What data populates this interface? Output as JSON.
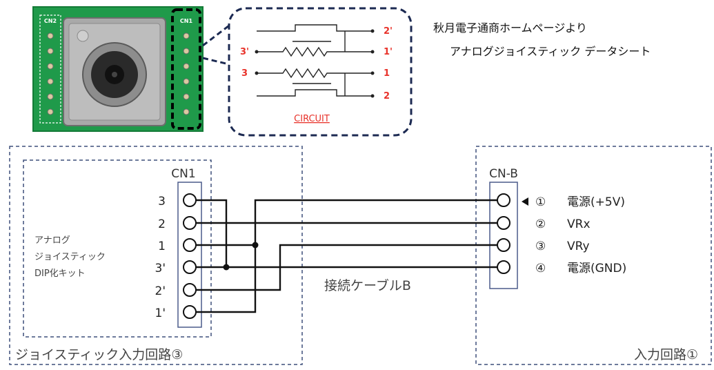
{
  "source_note": {
    "line1": "秋月電子通商ホームページより",
    "line2": "アナログジョイスティック データシート"
  },
  "pcb_photo": {
    "cn2_label": "CN2",
    "cn1_label": "CN1"
  },
  "circuit_callout": {
    "caption": "CIRCUIT",
    "pins": [
      "2'",
      "1'",
      "3'",
      "3",
      "1",
      "2"
    ],
    "label_color": "#e8322a"
  },
  "joystick_module": {
    "connector_label": "CN1",
    "pins": [
      "3",
      "2",
      "1",
      "3'",
      "2'",
      "1'"
    ],
    "kit_label": [
      "アナログ",
      "ジョイスティック",
      "DIP化キット"
    ],
    "box_label": "ジョイスティック入力回路③"
  },
  "cable": {
    "label": "接続ケーブルB"
  },
  "input_circuit": {
    "connector_label": "CN-B",
    "pins": [
      {
        "num": "①",
        "name": "電源(+5V)"
      },
      {
        "num": "②",
        "name": "VRx"
      },
      {
        "num": "③",
        "name": "VRy"
      },
      {
        "num": "④",
        "name": "電源(GND)"
      }
    ],
    "box_label": "入力回路①"
  },
  "colors": {
    "dashed_border": "#3d4f7a",
    "connector_border": "#4a5a8a",
    "pcb_green": "#1f9a4a",
    "callout_border": "#1c2a52"
  }
}
